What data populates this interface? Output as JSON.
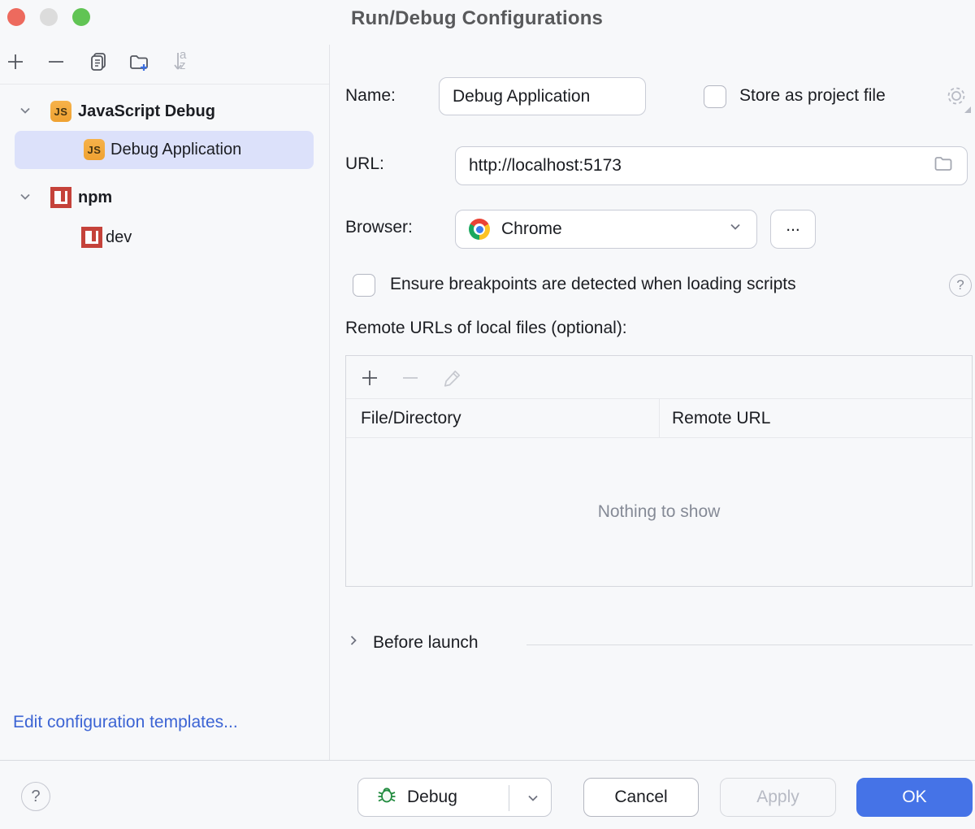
{
  "window": {
    "title": "Run/Debug Configurations",
    "controls": {
      "close": "close",
      "minimize": "minimize",
      "zoom": "zoom"
    }
  },
  "sidebar": {
    "toolbar": {
      "add": "add-configuration",
      "remove": "remove-configuration",
      "copy": "copy-configuration",
      "new_folder": "create-new-folder",
      "sort": "sort-configurations-alphabetically"
    },
    "tree": [
      {
        "label": "JavaScript Debug",
        "icon": "js",
        "bold": true,
        "expanded": true
      },
      {
        "label": "Debug Application",
        "icon": "js",
        "selected": true
      },
      {
        "label": "npm",
        "icon": "npm",
        "bold": true,
        "expanded": true
      },
      {
        "label": "dev",
        "icon": "npm"
      }
    ],
    "edit_templates_link": "Edit configuration templates..."
  },
  "form": {
    "name_label": "Name:",
    "name_value": "Debug Application",
    "store_checkbox_label": "Store as project file",
    "url_label": "URL:",
    "url_value": "http://localhost:5173",
    "browser_label": "Browser:",
    "browser_value": "Chrome",
    "more_button_label": "...",
    "ensure_breakpoints_label": "Ensure breakpoints are detected when loading scripts",
    "remote_urls_label": "Remote URLs of local files (optional):",
    "table": {
      "columns": [
        "File/Directory",
        "Remote URL"
      ],
      "empty_text": "Nothing to show"
    },
    "before_launch_label": "Before launch"
  },
  "footer": {
    "help_glyph": "?",
    "debug_label": "Debug",
    "cancel_label": "Cancel",
    "apply_label": "Apply",
    "ok_label": "OK"
  },
  "icons": {
    "js_glyph": "JS",
    "help_glyph": "?",
    "sort_a": "a",
    "sort_z": "z"
  },
  "colors": {
    "accent_blue": "#4573e7",
    "link_blue": "#3c64d4",
    "selection_bg": "#dce1fa",
    "js_icon_bg": "#f3a83f",
    "npm_red": "#c5423a",
    "debug_green": "#1f8a3d",
    "title_gray": "#58595b",
    "disabled_text": "#b7bac4",
    "background": "#f7f8fa"
  }
}
